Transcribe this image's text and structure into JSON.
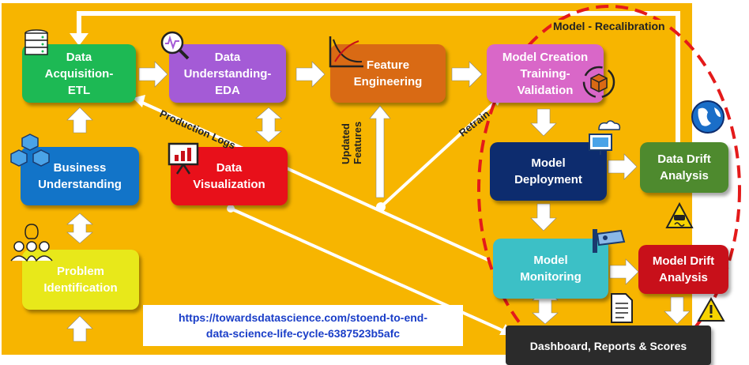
{
  "nodes": {
    "data_acquisition": "Data Acquisition- ETL",
    "data_understanding": "Data Understanding- EDA",
    "feature_engineering": "Feature Engineering",
    "model_creation": "Model Creation Training- Validation",
    "business_understanding": "Business Understanding",
    "data_visualization": "Data Visualization",
    "model_deployment": "Model Deployment",
    "data_drift": "Data Drift Analysis",
    "problem_identification": "Problem Identification",
    "model_monitoring": "Model Monitoring",
    "model_drift": "Model Drift Analysis",
    "dashboard": "Dashboard, Reports & Scores"
  },
  "labels": {
    "model_recalibration": "Model - Recalibration",
    "production_logs": "Production Logs",
    "updated_features": "Updated Features",
    "retrain": "Retrain"
  },
  "source_url": {
    "line1": "https://towardsdatascience.com/stoend-to-end-",
    "line2": "data-science-life-cycle-6387523b5afc"
  },
  "colors": {
    "background": "#f7b500",
    "data_acquisition": "#1db954",
    "data_understanding": "#a45bd6",
    "feature_engineering": "#d96a14",
    "model_creation": "#d967c8",
    "business_understanding": "#1274c8",
    "data_visualization": "#e8101a",
    "model_deployment": "#0d2c6e",
    "data_drift": "#4e8a2e",
    "problem_identification": "#e8e81a",
    "model_monitoring": "#3cc0c6",
    "model_drift": "#c8101a",
    "dashboard": "#2b2b2b",
    "dashed_ellipse": "#e41a1a"
  },
  "icons": [
    "database-icon",
    "magnifier-chart-icon",
    "curve-chart-icon",
    "cube-cycle-icon",
    "cubes-icon",
    "presentation-board-icon",
    "monitor-cloud-icon",
    "globe-icon",
    "people-idea-icon",
    "camera-icon",
    "document-icon",
    "warning-icon",
    "slippery-road-icon"
  ]
}
